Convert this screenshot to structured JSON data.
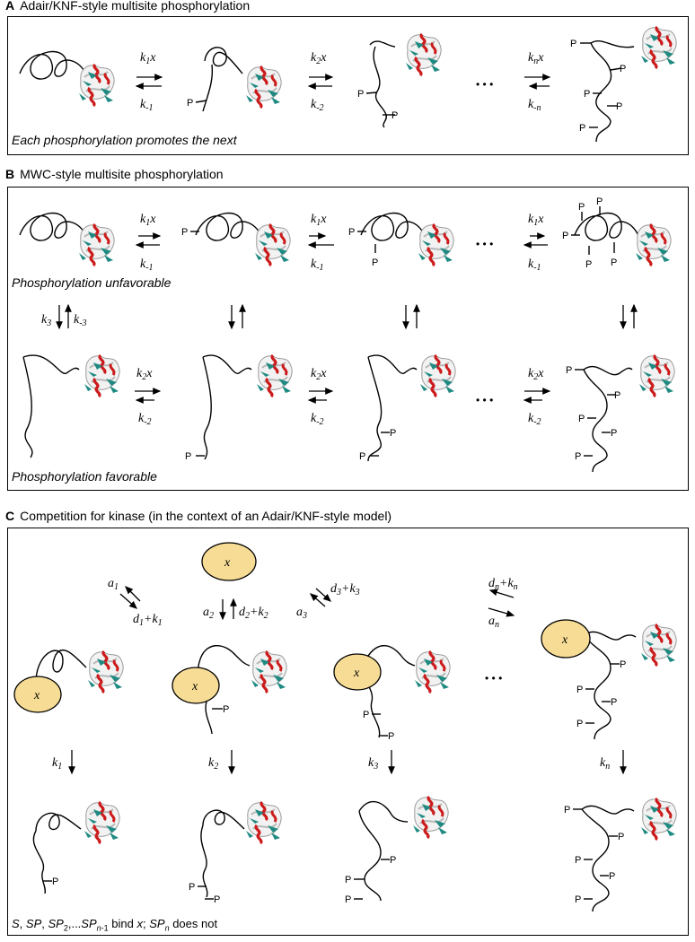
{
  "panelA": {
    "letter": "A",
    "title": "Adair/KNF-style multisite phosphorylation",
    "caption": "Each phosphorylation promotes the next",
    "forward": [
      [
        "k",
        "1",
        "x"
      ],
      [
        "k",
        "2",
        "x"
      ],
      [
        "k",
        "n",
        "x"
      ]
    ],
    "reverse": [
      [
        "k",
        "-1",
        ""
      ],
      [
        "k",
        "-2",
        ""
      ],
      [
        "k",
        "-n",
        ""
      ]
    ],
    "ellipsis": "• • •"
  },
  "panelB": {
    "letter": "B",
    "title": "MWC-style multisite phosphorylation",
    "caption_top": "Phosphorylation unfavorable",
    "caption_bottom": "Phosphorylation favorable",
    "top_forward": [
      [
        "k",
        "1",
        "x"
      ],
      [
        "k",
        "1",
        "x"
      ],
      [
        "k",
        "1",
        "x"
      ]
    ],
    "top_reverse": [
      [
        "k",
        "-1",
        ""
      ],
      [
        "k",
        "-1",
        ""
      ],
      [
        "k",
        "-1",
        ""
      ]
    ],
    "bottom_forward": [
      [
        "k",
        "2",
        "x"
      ],
      [
        "k",
        "2",
        "x"
      ],
      [
        "k",
        "2",
        "x"
      ]
    ],
    "bottom_reverse": [
      [
        "k",
        "-2",
        ""
      ],
      [
        "k",
        "-2",
        ""
      ],
      [
        "k",
        "-2",
        ""
      ]
    ],
    "vertical_forward": [
      "k",
      "3"
    ],
    "vertical_reverse": [
      "k",
      "-3"
    ],
    "ellipsis": "• • •"
  },
  "panelC": {
    "letter": "C",
    "title": "Competition for kinase (in the context of an Adair/KNF-style model)",
    "kinase_label": "x",
    "binding": [
      {
        "on": [
          "a",
          "1"
        ],
        "off": [
          "d",
          "1",
          "k",
          "1"
        ]
      },
      {
        "on": [
          "a",
          "2"
        ],
        "off": [
          "d",
          "2",
          "k",
          "2"
        ]
      },
      {
        "on": [
          "a",
          "3"
        ],
        "off": [
          "d",
          "3",
          "k",
          "3"
        ]
      },
      {
        "on": [
          "a",
          "n"
        ],
        "off": [
          "d",
          "n",
          "k",
          "n"
        ]
      }
    ],
    "catalysis": [
      [
        "k",
        "1"
      ],
      [
        "k",
        "2"
      ],
      [
        "k",
        "3"
      ],
      [
        "k",
        "n"
      ]
    ],
    "ellipsis": "• • •",
    "caption": "S, SP, SP2,...SPn-1 bind x; SPn does not"
  },
  "phospho_label": "P",
  "colors": {
    "kinase_fill": "#f7dc95",
    "helix": "#cc1b1b",
    "strand": "#1e8a82",
    "coil": "#b8b8b8"
  }
}
